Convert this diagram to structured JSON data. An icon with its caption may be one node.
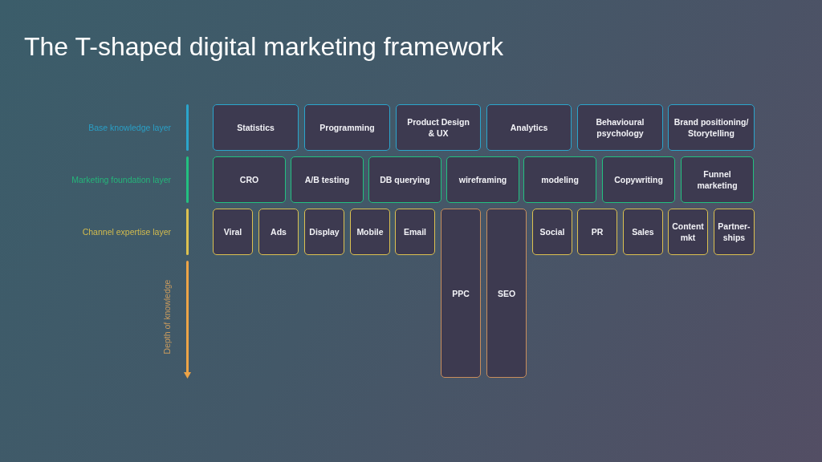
{
  "diagram": {
    "title": "The T-shaped digital marketing framework",
    "nodes": [
      {
        "text": [
          "Statistics"
        ]
      },
      {
        "text": [
          "Programming"
        ]
      },
      {
        "text": [
          "Product Design & UX"
        ]
      },
      {
        "text": [
          "Analytics"
        ]
      },
      {
        "text": [
          "Behavioural psychology"
        ]
      },
      {
        "text": [
          "Brand positioning/ Storytelling"
        ]
      },
      {
        "text": [
          "CRO"
        ]
      },
      {
        "text": [
          "A/B testing"
        ]
      },
      {
        "text": [
          "DB querying"
        ]
      },
      {
        "text": [
          "wireframing"
        ]
      },
      {
        "text": [
          "modeling"
        ]
      },
      {
        "text": [
          "Copywriting"
        ]
      },
      {
        "text": [
          "Funnel marketing"
        ]
      },
      {
        "text": [
          "Viral"
        ]
      },
      {
        "text": [
          "Ads"
        ]
      },
      {
        "text": [
          "Display"
        ]
      },
      {
        "text": [
          "Mobile"
        ]
      },
      {
        "text": [
          "Email"
        ]
      },
      {
        "text": [
          "PPC"
        ]
      },
      {
        "text": [
          "SEO"
        ]
      },
      {
        "text": [
          "Social"
        ]
      },
      {
        "text": [
          "PR"
        ]
      },
      {
        "text": [
          "Sales"
        ]
      },
      {
        "text": [
          "Content mkt"
        ]
      },
      {
        "text": [
          "Partner-ships"
        ]
      }
    ],
    "labels": [
      "Base knowledge layer",
      "Marketing foundation layer",
      "Channel expertise layer",
      "Depth of knowledge"
    ]
  }
}
